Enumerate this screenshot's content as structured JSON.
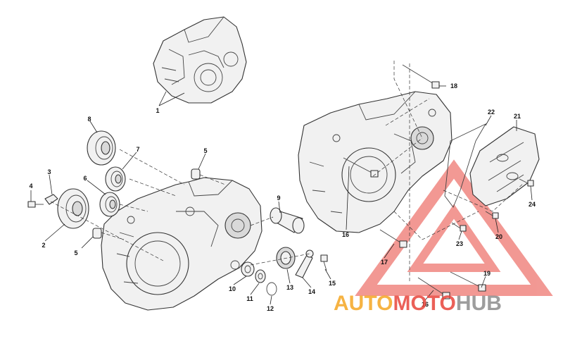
{
  "callouts": [
    {
      "id": "c1",
      "label": "1"
    },
    {
      "id": "c2",
      "label": "2"
    },
    {
      "id": "c3",
      "label": "3"
    },
    {
      "id": "c4",
      "label": "4"
    },
    {
      "id": "c5a",
      "label": "5"
    },
    {
      "id": "c5b",
      "label": "5"
    },
    {
      "id": "c6",
      "label": "6"
    },
    {
      "id": "c7",
      "label": "7"
    },
    {
      "id": "c8",
      "label": "8"
    },
    {
      "id": "c9",
      "label": "9"
    },
    {
      "id": "c10",
      "label": "10"
    },
    {
      "id": "c11",
      "label": "11"
    },
    {
      "id": "c12",
      "label": "12"
    },
    {
      "id": "c13",
      "label": "13"
    },
    {
      "id": "c14",
      "label": "14"
    },
    {
      "id": "c15",
      "label": "15"
    },
    {
      "id": "c16a",
      "label": "16"
    },
    {
      "id": "c16b",
      "label": "16"
    },
    {
      "id": "c17",
      "label": "17"
    },
    {
      "id": "c18",
      "label": "18"
    },
    {
      "id": "c19",
      "label": "19"
    },
    {
      "id": "c20",
      "label": "20"
    },
    {
      "id": "c21",
      "label": "21"
    },
    {
      "id": "c22",
      "label": "22"
    },
    {
      "id": "c23",
      "label": "23"
    },
    {
      "id": "c24",
      "label": "24"
    }
  ],
  "watermark": {
    "part1": "AUTO",
    "part2": "MOTO",
    "part3": "HUB",
    "color_red": "#e8453c",
    "color_orange": "#f5a623",
    "color_gray": "#8c8c8c"
  }
}
